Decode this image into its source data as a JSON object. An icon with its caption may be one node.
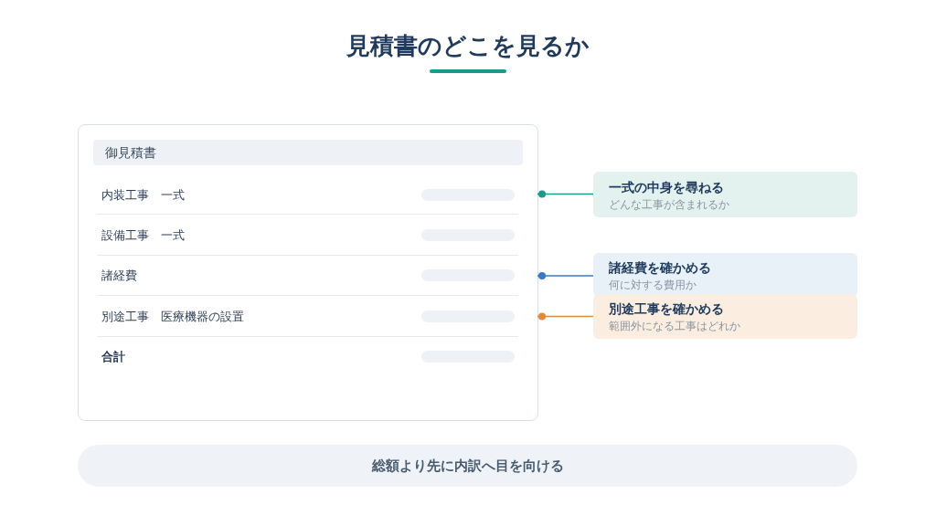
{
  "diagram": {
    "title": "見積書のどこを見るか",
    "nodes": [
      {
        "text": [],
        "shape": "box"
      },
      {
        "text": [
          "御見積書"
        ],
        "in": 0
      },
      {
        "text": [
          "内装工事　一式"
        ],
        "in": 0
      },
      {
        "text": [
          "設備工事　一式"
        ],
        "in": 0
      },
      {
        "text": [
          "諸経費"
        ],
        "in": 0
      },
      {
        "text": [
          "別途工事　医療機器の設置"
        ],
        "in": 0
      },
      {
        "text": [
          "合計"
        ],
        "in": 0
      },
      {
        "text": [
          "一式の中身を尋ねる",
          "どんな工事が含まれるか"
        ]
      },
      {
        "text": [
          "諸経費を確かめる",
          "何に対する費用か"
        ]
      },
      {
        "text": [
          "別途工事を確かめる",
          "範囲外になる工事はどれか"
        ]
      },
      {
        "text": [
          "総額より先に内訳へ目を向ける"
        ]
      }
    ],
    "edges": [
      {
        "from": 2,
        "to": 7,
        "arrow": "other",
        "color": "#1a9a8a"
      },
      {
        "from": 4,
        "to": 8,
        "arrow": "other",
        "color": "#3a78c0"
      },
      {
        "from": 5,
        "to": 9,
        "arrow": "other",
        "color": "#e08a3c"
      }
    ]
  }
}
